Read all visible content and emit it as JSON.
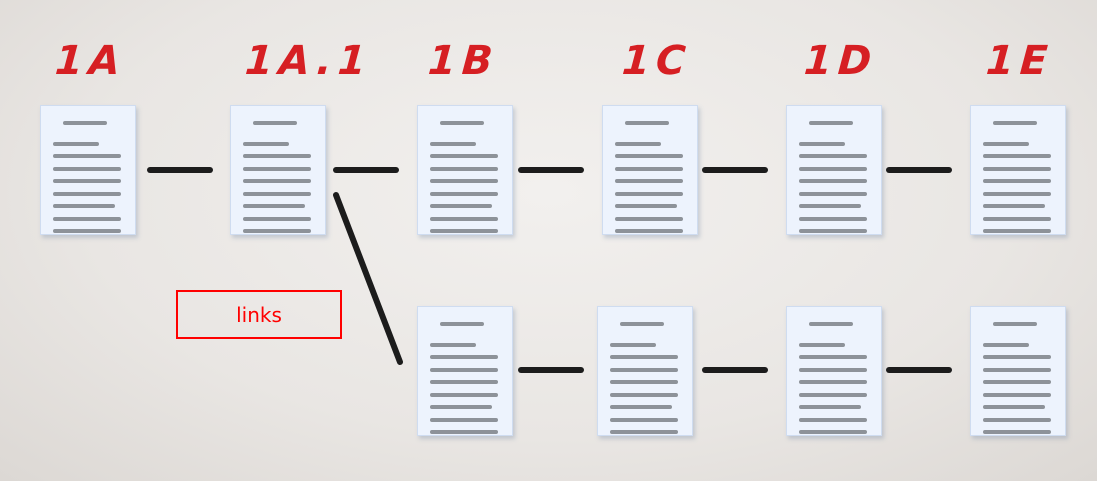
{
  "labels": [
    "1A",
    "1A.1",
    "1B",
    "1C",
    "1D",
    "1E"
  ],
  "annotation": {
    "text": "links"
  },
  "colors": {
    "label": "#d61f23",
    "annotation": "#ff0000",
    "connector": "#1c1c1c",
    "doc": "#edf3fd"
  },
  "docs": {
    "top_row": [
      "doc-1a",
      "doc-1a1",
      "doc-1b",
      "doc-1c",
      "doc-1d",
      "doc-1e"
    ],
    "bottom_row": [
      "doc-branch-1",
      "doc-branch-2",
      "doc-branch-3",
      "doc-branch-4"
    ]
  }
}
